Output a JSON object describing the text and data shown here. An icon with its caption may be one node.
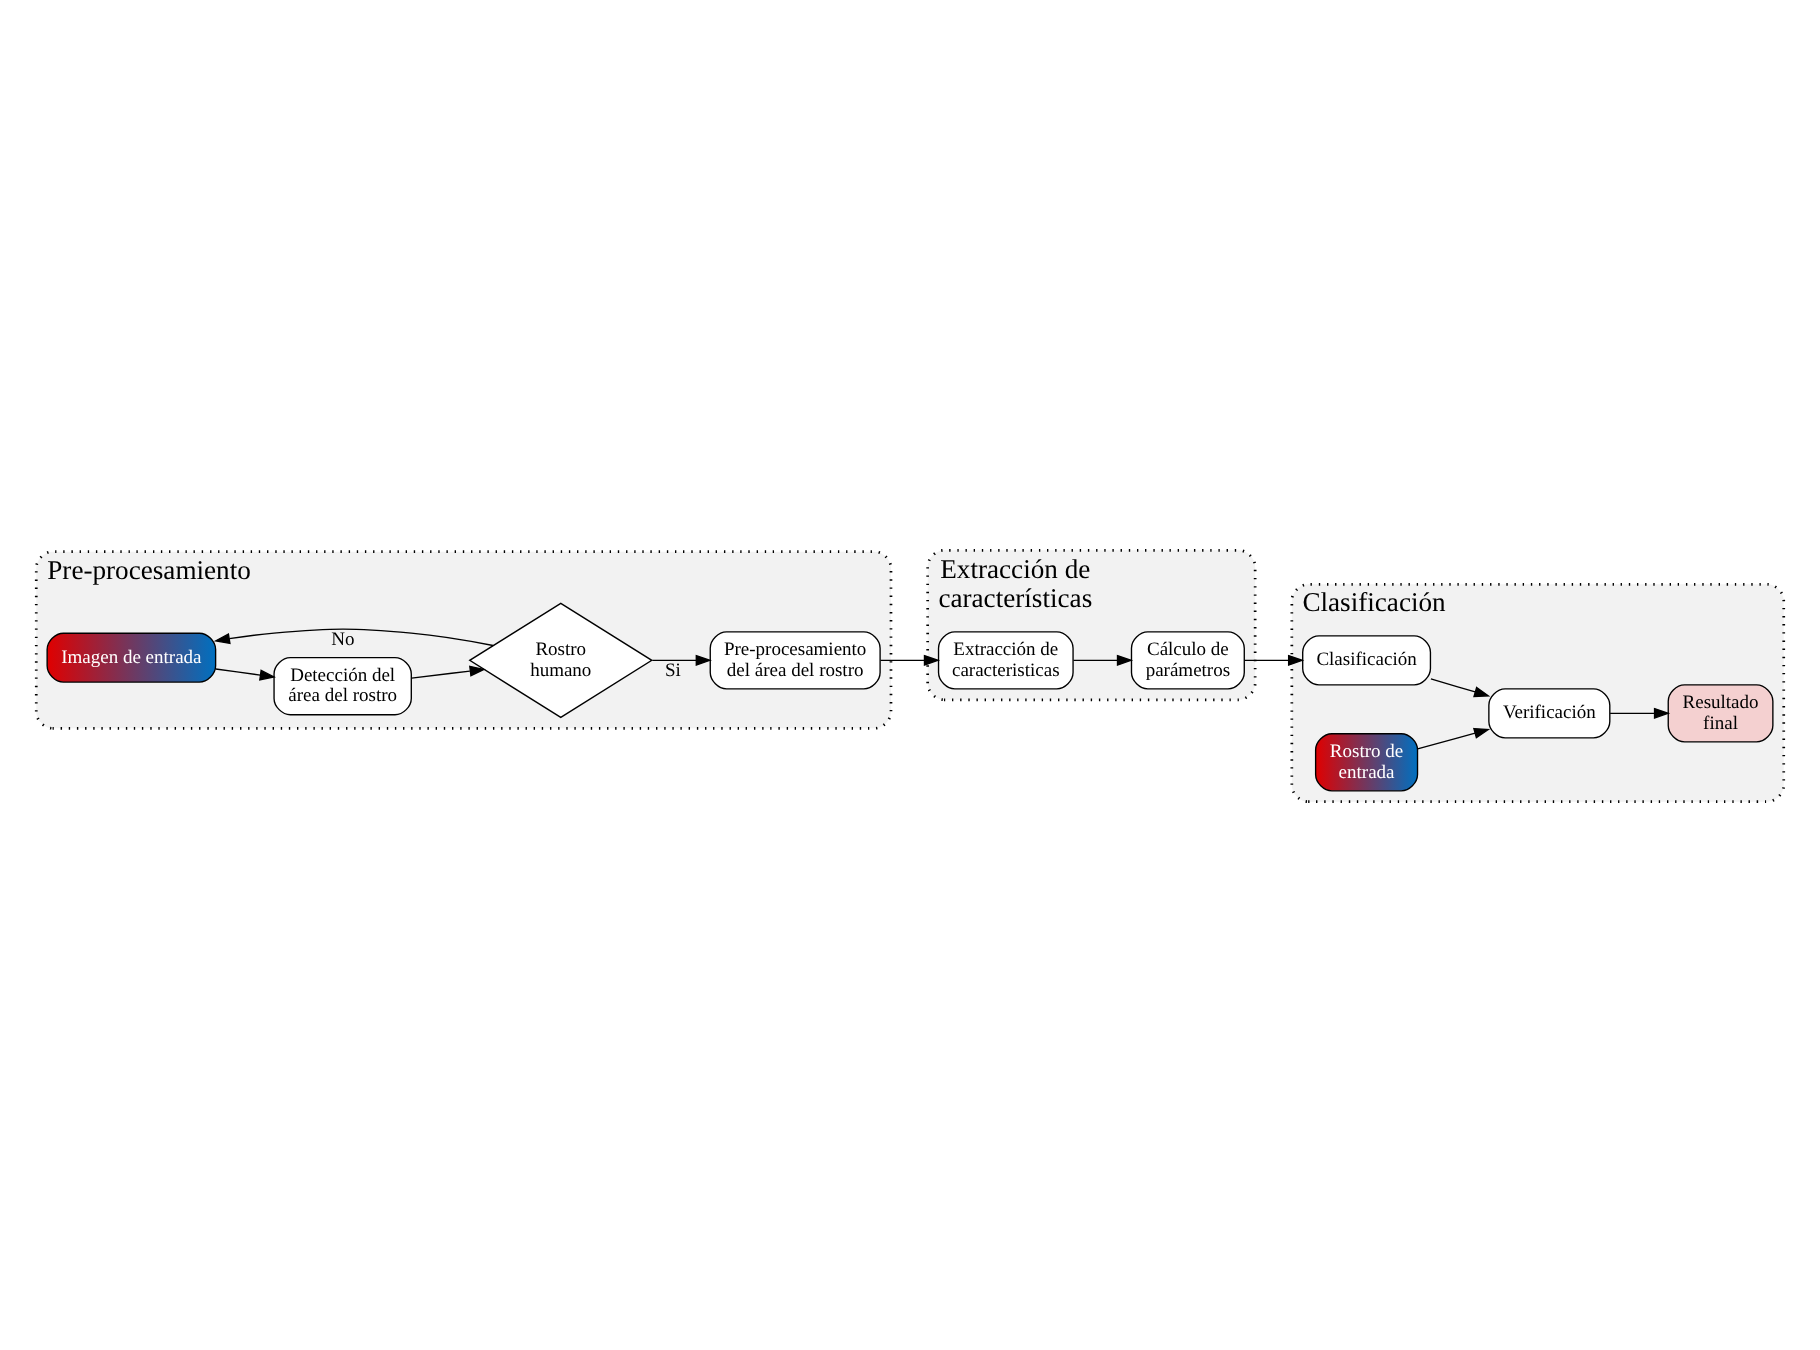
{
  "diagram": {
    "nodes": [
      {
        "text": [
          "Pre-procesamiento"
        ]
      },
      {
        "text": [
          "Imagen de entrada"
        ],
        "in": 0
      },
      {
        "text": [
          "Detección del área del rostro"
        ],
        "in": 0
      },
      {
        "text": [
          "Rostro humano"
        ],
        "in": 0
      },
      {
        "text": [
          "Pre-procesamiento del área del rostro"
        ],
        "in": 0
      },
      {
        "text": [
          "Extracción de características"
        ]
      },
      {
        "text": [
          "Extracción de caracteristicas"
        ],
        "in": 5
      },
      {
        "text": [
          "Cálculo de parámetros"
        ],
        "in": 5
      },
      {
        "text": [
          "Clasificación"
        ]
      },
      {
        "text": [
          "Clasificación"
        ],
        "in": 8
      },
      {
        "text": [
          "Rostro de entrada"
        ],
        "in": 8
      },
      {
        "text": [
          "Verificación"
        ],
        "in": 8
      },
      {
        "text": [
          "Resultado final"
        ],
        "in": 8
      }
    ],
    "edges": [
      {
        "from": 1,
        "to": 2,
        "arrow": "to"
      },
      {
        "from": 2,
        "to": 3,
        "arrow": "to"
      },
      {
        "from": 3,
        "to": 1,
        "arrow": "to",
        "label": "No"
      },
      {
        "from": 3,
        "to": 4,
        "arrow": "to",
        "label": "Si"
      },
      {
        "from": 4,
        "to": 6,
        "arrow": "to"
      },
      {
        "from": 6,
        "to": 7,
        "arrow": "to"
      },
      {
        "from": 7,
        "to": 9,
        "arrow": "to"
      },
      {
        "from": 9,
        "to": 11,
        "arrow": "to"
      },
      {
        "from": 10,
        "to": 11,
        "arrow": "to"
      },
      {
        "from": 11,
        "to": 12,
        "arrow": "to"
      }
    ]
  }
}
